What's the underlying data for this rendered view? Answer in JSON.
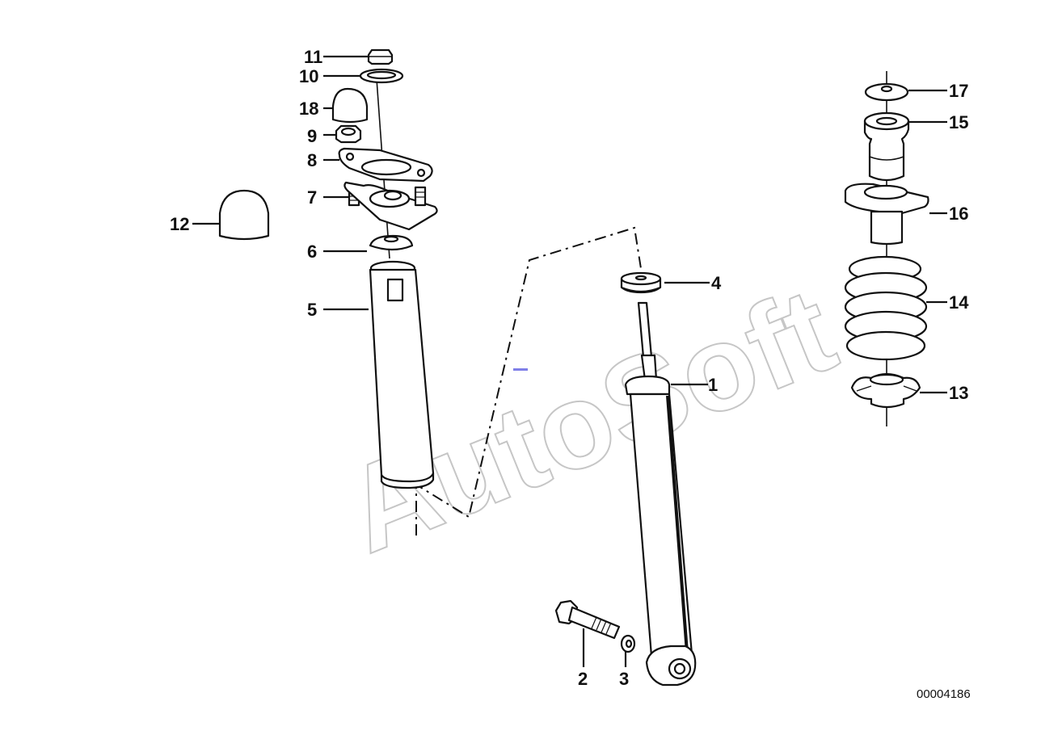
{
  "watermark": "AutoSoft",
  "reference_number": "00004186",
  "callouts": {
    "c1": "1",
    "c2": "2",
    "c3": "3",
    "c4": "4",
    "c5": "5",
    "c6": "6",
    "c7": "7",
    "c8": "8",
    "c9": "9",
    "c10": "10",
    "c11": "11",
    "c12": "12",
    "c13": "13",
    "c14": "14",
    "c15": "15",
    "c16": "16",
    "c17": "17",
    "c18": "18"
  },
  "colors": {
    "linework": "#111111",
    "watermark": "#c6c6c6",
    "background": "#ffffff"
  }
}
